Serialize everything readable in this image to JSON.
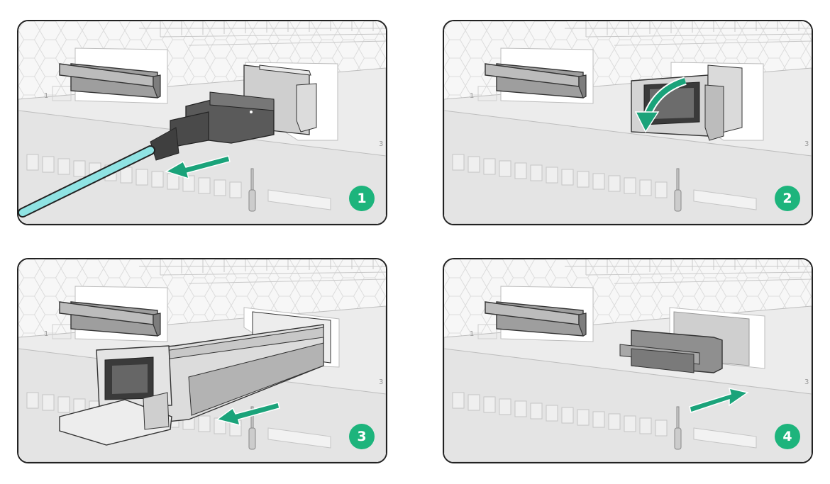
{
  "steps": [
    {
      "number": "1",
      "action": "remove-cable"
    },
    {
      "number": "2",
      "action": "open-latch"
    },
    {
      "number": "3",
      "action": "pull-out-transceiver"
    },
    {
      "number": "4",
      "action": "insert-dust-plug"
    }
  ],
  "port_labels": {
    "left": "1",
    "right": "3"
  },
  "colors": {
    "badge": "#1db47c",
    "arrow": "#1aa37a",
    "cable": "#8fe3e3",
    "outline": "#222222",
    "panel_light": "#f6f6f6",
    "panel_mid": "#e6e6e6",
    "module_dark": "#555555",
    "module_gray": "#9e9e9e"
  },
  "icons": [
    "arrow-out-icon",
    "curved-arrow-icon",
    "arrow-in-icon",
    "screwdriver-icon"
  ]
}
